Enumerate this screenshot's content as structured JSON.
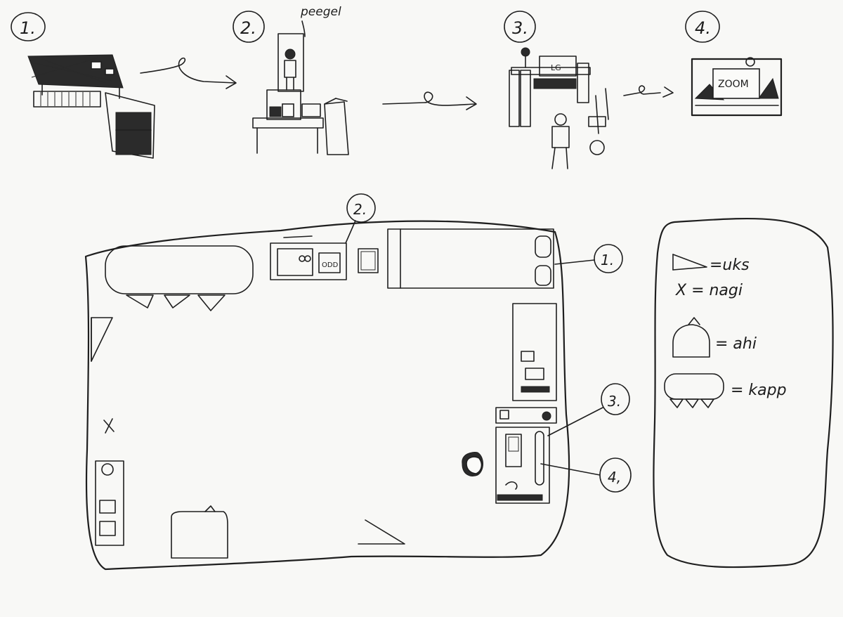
{
  "steps": [
    {
      "number": "1."
    },
    {
      "number": "2.",
      "note": "peegel"
    },
    {
      "number": "3.",
      "monitor_label": "LG"
    },
    {
      "number": "4.",
      "screen_label": "ZOOM"
    }
  ],
  "plan_markers": [
    "2.",
    "1.",
    "3.",
    "4,"
  ],
  "legend": {
    "items": [
      {
        "symbol": "door-symbol",
        "text": "=uks"
      },
      {
        "symbol": "hook-symbol",
        "text": "X = nagi"
      },
      {
        "symbol": "stove-symbol",
        "text": "= ahi"
      },
      {
        "symbol": "cabinet-symbol",
        "text": "= kapp"
      }
    ]
  },
  "colors": {
    "ink": "#1f1f1f",
    "paper": "#f8f8f6"
  }
}
